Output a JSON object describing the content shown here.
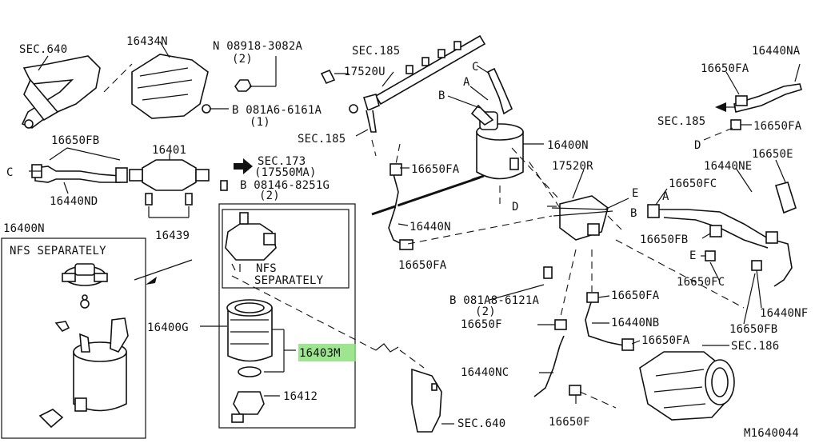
{
  "figure_id": "M1640044",
  "highlight_part": "16403M",
  "highlight_color": "#8ce07a",
  "box_left_title": "16400N",
  "box_left_heading": "NFS SEPARATELY",
  "box_center_heading_1": "NFS",
  "box_center_heading_2": "SEPARATELY",
  "arrow_refs": {
    "A": "A",
    "B": "B",
    "C": "C",
    "D": "D",
    "E": "E"
  },
  "labels": {
    "sec640a": "SEC.640",
    "p16434n": "16434N",
    "n08918": "N 08918-3082A",
    "n08918_qty": "(2)",
    "b081a6": "B 081A6-6161A",
    "b081a6_qty": "(1)",
    "sec185a": "SEC.185",
    "p17520u": "17520U",
    "sec185b": "SEC.185",
    "p16400n_a": "16400N",
    "p16650fb_a": "16650FB",
    "p16401": "16401",
    "sec173": "SEC.173",
    "p17550ma": "(17550MA)",
    "b08146": "B 08146-8251G",
    "b08146_qty": "(2)",
    "p16440nd": "16440ND",
    "p16439": "16439",
    "p16650fa_a": "16650FA",
    "p17520r": "17520R",
    "p16440n": "16440N",
    "p16650fa_b": "16650FA",
    "p16440na": "16440NA",
    "p16650fa_c": "16650FA",
    "sec185c": "SEC.185",
    "p16650fa_d": "16650FA",
    "p16650e": "16650E",
    "p16440ne": "16440NE",
    "p16650fc_a": "16650FC",
    "p16650fb_b": "16650FB",
    "p16650fc_b": "16650FC",
    "p16440nf": "16440NF",
    "p16650fb_c": "16650FB",
    "b081a8": "B 081A8-6121A",
    "b081a8_qty": "(2)",
    "p16650fa_e": "16650FA",
    "p16650f_a": "16650F",
    "p16440nb": "16440NB",
    "p16650fa_f": "16650FA",
    "sec186": "SEC.186",
    "p16400g": "16400G",
    "p16403m": "16403M",
    "p16440nc": "16440NC",
    "p16412": "16412",
    "p16650f_b": "16650F",
    "sec640b": "SEC.640"
  }
}
